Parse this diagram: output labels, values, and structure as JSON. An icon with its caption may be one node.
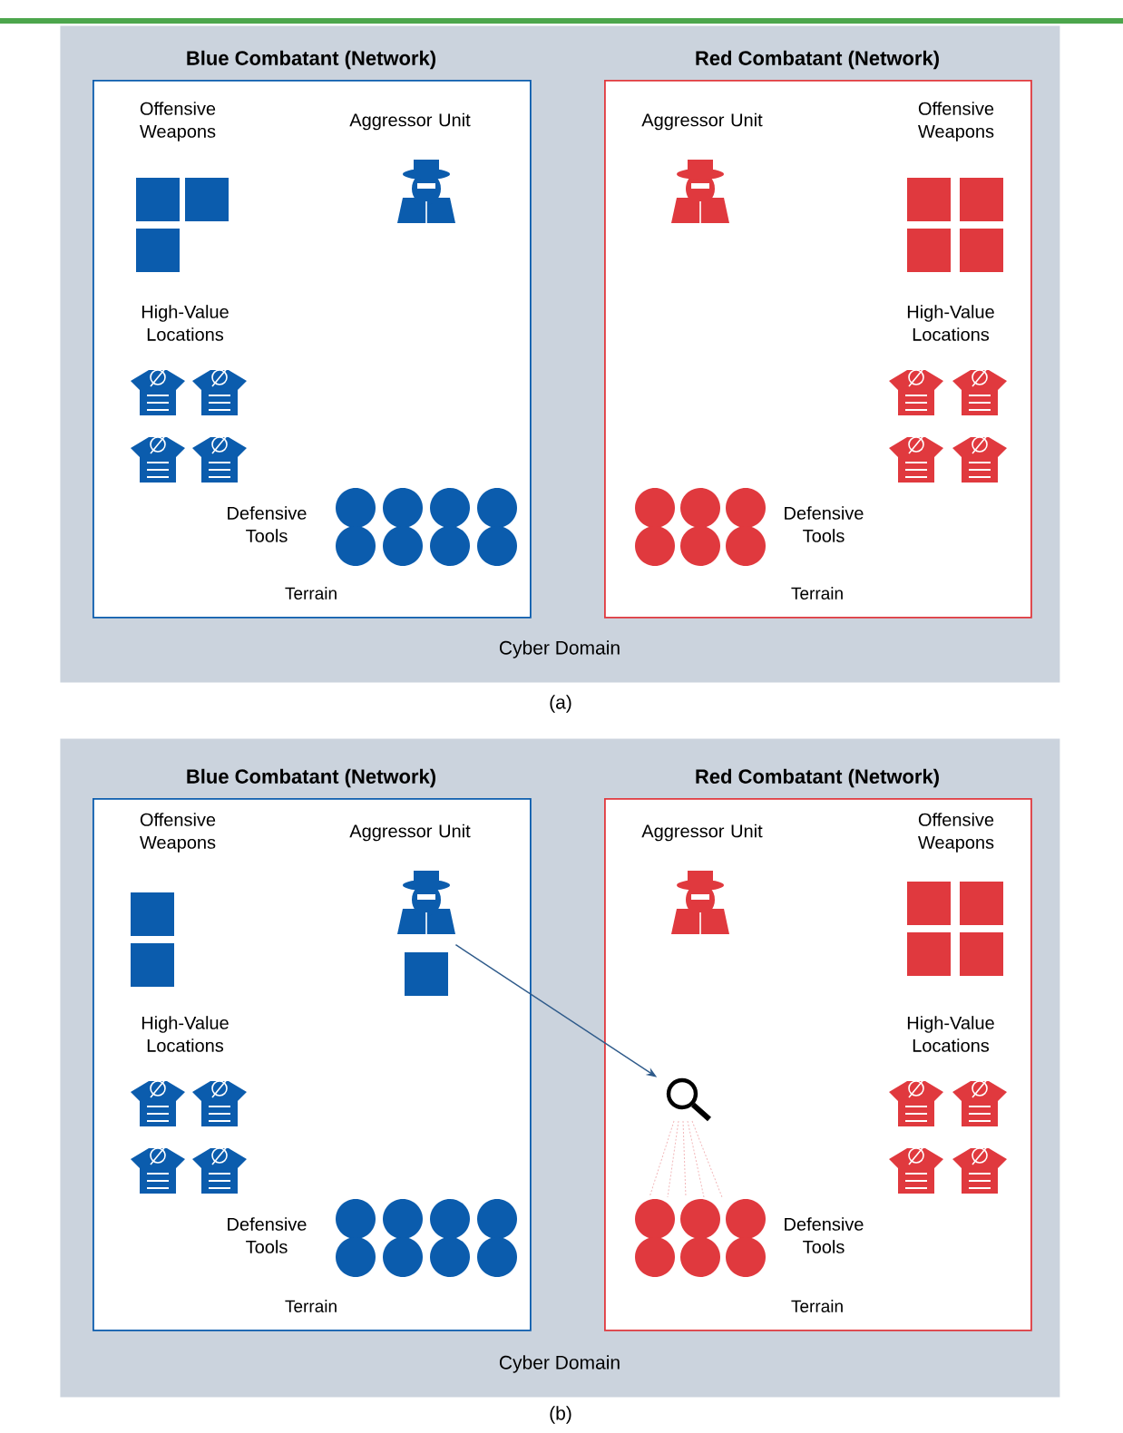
{
  "diagram": {
    "nodes": [
      {
        "text": [
          "Cyber Domain"
        ]
      },
      {
        "text": [
          "Blue Combatant (Network)",
          "Terrain"
        ],
        "in": 0
      },
      {
        "text": [
          "Red Combatant (Network)",
          "Terrain"
        ],
        "in": 0
      },
      {
        "text": [
          "Cyber Domain"
        ]
      },
      {
        "text": [
          "Blue Combatant (Network)",
          "Terrain"
        ],
        "in": 3
      },
      {
        "text": [
          "Red Combatant (Network)",
          "Terrain"
        ],
        "in": 3
      },
      {
        "text": [],
        "shape": "box",
        "in": 4
      },
      {
        "text": [],
        "shape": "box",
        "in": 4
      },
      {
        "text": [],
        "shape": "box",
        "in": 4
      },
      {
        "text": [],
        "shape": "picture",
        "in": 5
      }
    ],
    "edges": [
      {
        "from": 8,
        "to": 9,
        "arrow": "to"
      }
    ],
    "labels": [
      "Offensive Weapons",
      "Aggressor Unit",
      "Aggressor Unit",
      "Offensive Weapons",
      "High-Value Locations",
      "High-Value Locations",
      "Defensive Tools",
      "Defensive Tools",
      "(a)",
      "Offensive Weapons",
      "Aggressor Unit",
      "Aggressor Unit",
      "Offensive Weapons",
      "High-Value Locations",
      "High-Value Locations",
      "Defensive Tools",
      "Defensive Tools",
      "(b)"
    ]
  }
}
